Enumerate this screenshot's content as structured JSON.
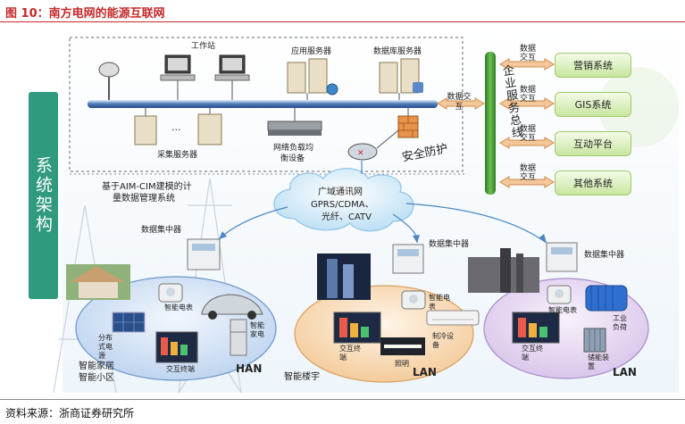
{
  "header": {
    "figure_label": "图 10：南方电网的能源互联网"
  },
  "side_label": "系统架构",
  "top_nodes": {
    "workstation": "工作站",
    "app_server": "应用服务器",
    "db_server": "数据库服务器",
    "ellipsis": "...",
    "collect_server": "采集服务器",
    "load_balance_line1": "网络负载均",
    "load_balance_line2": "衡设备",
    "security": "安全防护",
    "mdms_line1": "基于AIM-CIM建模的计",
    "mdms_line2": "量数据管理系统",
    "exchange": "数据交互"
  },
  "bus_label": "企业服务总线",
  "systems": [
    {
      "label": "营销系统",
      "exchange": "数据交互"
    },
    {
      "label": "GIS系统",
      "exchange": "数据交互"
    },
    {
      "label": "互动平台",
      "exchange": "数据交互"
    },
    {
      "label": "其他系统",
      "exchange": "数据交互"
    }
  ],
  "wan": {
    "line1": "广域通讯网",
    "line2": "GPRS/CDMA、",
    "line3": "光纤、CATV"
  },
  "concentrators": [
    "数据集中器",
    "数据集中器",
    "数据集中器"
  ],
  "han": {
    "label": "HAN",
    "smart_meter": "智能电表",
    "smart_appliance": "智能家电",
    "distributed_power": "分布式电源",
    "interactive_terminal": "交互终端",
    "area_label_line1": "智能家居",
    "area_label_line2": "智能小区"
  },
  "lan1": {
    "label": "LAN",
    "smart_meter": "智能电表",
    "interactive_terminal": "交互终端",
    "cooling": "制冷设备",
    "lighting": "照明",
    "area_label": "智能楼宇"
  },
  "lan2": {
    "label": "LAN",
    "smart_meter": "智能电表",
    "industrial_load": "工业负荷",
    "interactive_terminal": "交互终端",
    "storage": "储能装置"
  },
  "footer": {
    "source": "资料来源：浙商证券研究所"
  },
  "colors": {
    "title_red": "#c62828",
    "teal": "#2f9a7e",
    "bus_blue": "#4a78b8",
    "han_blue": "#c9dcf2",
    "lan_orange": "#f7d9b3",
    "lan_purple": "#e1d3ef"
  }
}
